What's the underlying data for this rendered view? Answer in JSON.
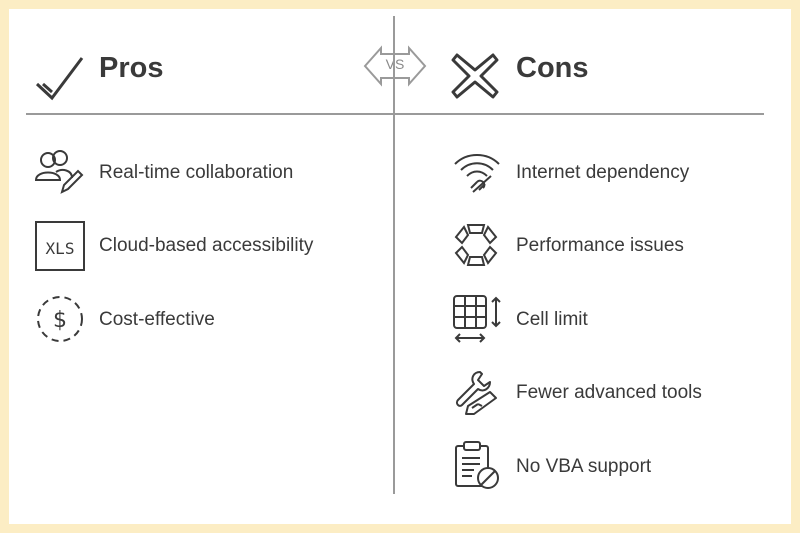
{
  "pros": {
    "title": "Pros",
    "items": [
      {
        "label": "Real-time collaboration",
        "icon": "users-edit-icon"
      },
      {
        "label": "Cloud-based accessibility",
        "icon": "xls-file-icon"
      },
      {
        "label": "Cost-effective",
        "icon": "dollar-circle-icon"
      }
    ]
  },
  "versus": {
    "label": "VS"
  },
  "cons": {
    "title": "Cons",
    "items": [
      {
        "label": "Internet dependency",
        "icon": "wifi-disconnected-icon"
      },
      {
        "label": "Performance issues",
        "icon": "hexagon-loader-icon"
      },
      {
        "label": "Cell limit",
        "icon": "spreadsheet-resize-icon"
      },
      {
        "label": "Fewer advanced tools",
        "icon": "wrench-screwdriver-icon"
      },
      {
        "label": "No VBA support",
        "icon": "clipboard-blocked-icon"
      }
    ]
  },
  "colors": {
    "background": "#fcedc4",
    "card": "#ffffff",
    "text": "#3a3a3a",
    "divider": "#9a9a9a"
  }
}
